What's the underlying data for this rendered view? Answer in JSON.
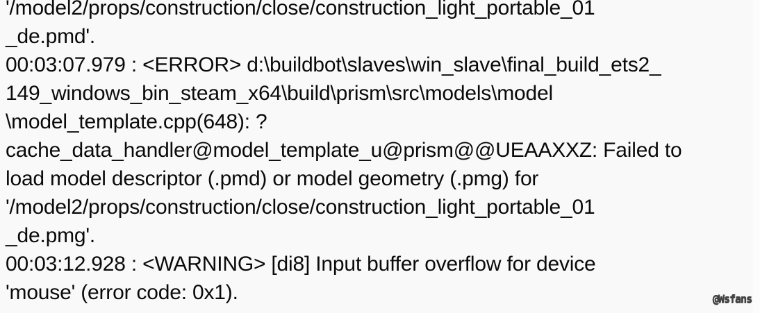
{
  "console": {
    "background_color": "#f9f9f9",
    "text_color": "#0a0a0a",
    "lines": [
      {
        "id": "line-1",
        "text": "'/model2/props/construction/close/construction_light_portable_01",
        "clipped_top": true,
        "clipped_right": false
      },
      {
        "id": "line-2",
        "text": "_de.pmd'.",
        "clipped_top": false,
        "clipped_right": false
      },
      {
        "id": "line-3",
        "text": "00:03:07.979 : <ERROR> d:\\buildbot\\slaves\\win_slave\\final_build_ets2_",
        "clipped_top": false,
        "clipped_right": true
      },
      {
        "id": "line-4",
        "text": "149_windows_bin_steam_x64\\build\\prism\\src\\models\\model",
        "clipped_top": false,
        "clipped_right": false
      },
      {
        "id": "line-5",
        "text": "\\model_template.cpp(648): ?",
        "clipped_top": false,
        "clipped_right": false
      },
      {
        "id": "line-6",
        "text": "cache_data_handler@model_template_u@prism@@UEAAXXZ: Failed to",
        "clipped_top": false,
        "clipped_right": true
      },
      {
        "id": "line-7",
        "text": "load model descriptor (.pmd) or model geometry (.pmg) for",
        "clipped_top": false,
        "clipped_right": false
      },
      {
        "id": "line-8",
        "text": "'/model2/props/construction/close/construction_light_portable_01",
        "clipped_top": false,
        "clipped_right": false
      },
      {
        "id": "line-9",
        "text": "_de.pmg'.",
        "clipped_top": false,
        "clipped_right": false
      },
      {
        "id": "line-10",
        "text": "00:03:12.928 : <WARNING> [di8] Input buffer overflow for device",
        "clipped_top": false,
        "clipped_right": false
      },
      {
        "id": "line-11",
        "text": "'mouse' (error code: 0x1).",
        "clipped_top": false,
        "clipped_right": false
      }
    ]
  },
  "watermark": {
    "text": "@Wsfans"
  }
}
